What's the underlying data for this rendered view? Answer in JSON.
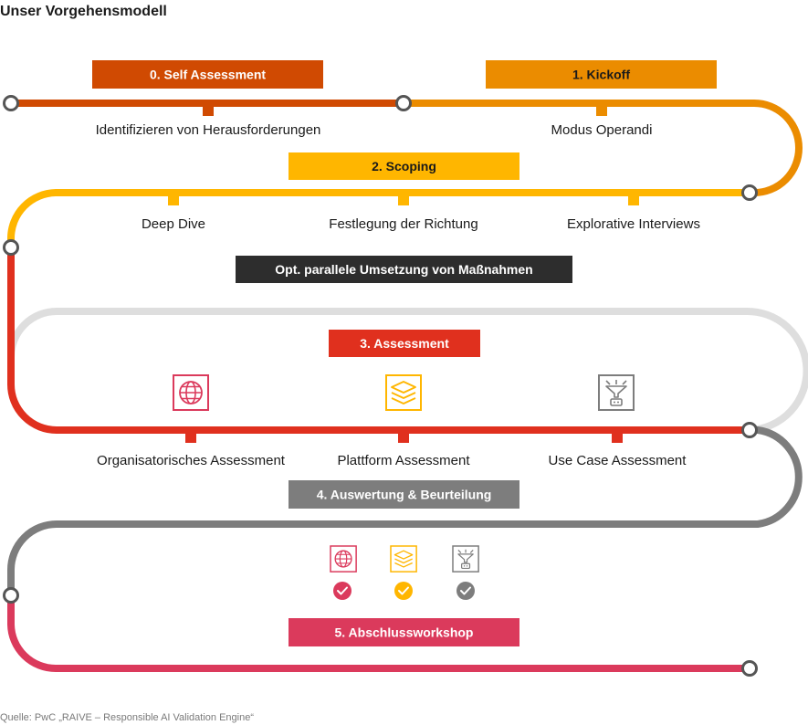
{
  "title": "Unser Vorgehensmodell",
  "colors": {
    "self_assessment": "#D04A02",
    "kickoff": "#EB8C00",
    "scoping": "#FFB600",
    "parallel": "#2D2D2D",
    "parallel_track": "#DEDEDE",
    "assessment": "#E0301E",
    "evaluation": "#7D7D7D",
    "workshop": "#DB3A5C"
  },
  "phases": {
    "p0": "0. Self Assessment",
    "p1": "1. Kickoff",
    "p2": "2. Scoping",
    "parallel": "Opt. parallele Umsetzung von Maßnahmen",
    "p3": "3. Assessment",
    "p4": "4. Auswertung & Beurteilung",
    "p5": "5. Abschlussworkshop"
  },
  "steps": {
    "identify": "Identifizieren von Herausforderungen",
    "modus": "Modus Operandi",
    "deep_dive": "Deep Dive",
    "direction": "Festlegung der Richtung",
    "interviews": "Explorative Interviews",
    "org": "Organisatorisches Assessment",
    "platform": "Plattform Assessment",
    "usecase": "Use Case Assessment"
  },
  "icons": [
    "globe-icon",
    "layers-icon",
    "funnel-robot-icon",
    "check-circle-icon"
  ],
  "source": "Quelle: PwC „RAIVE – Responsible AI Validation Engine“"
}
